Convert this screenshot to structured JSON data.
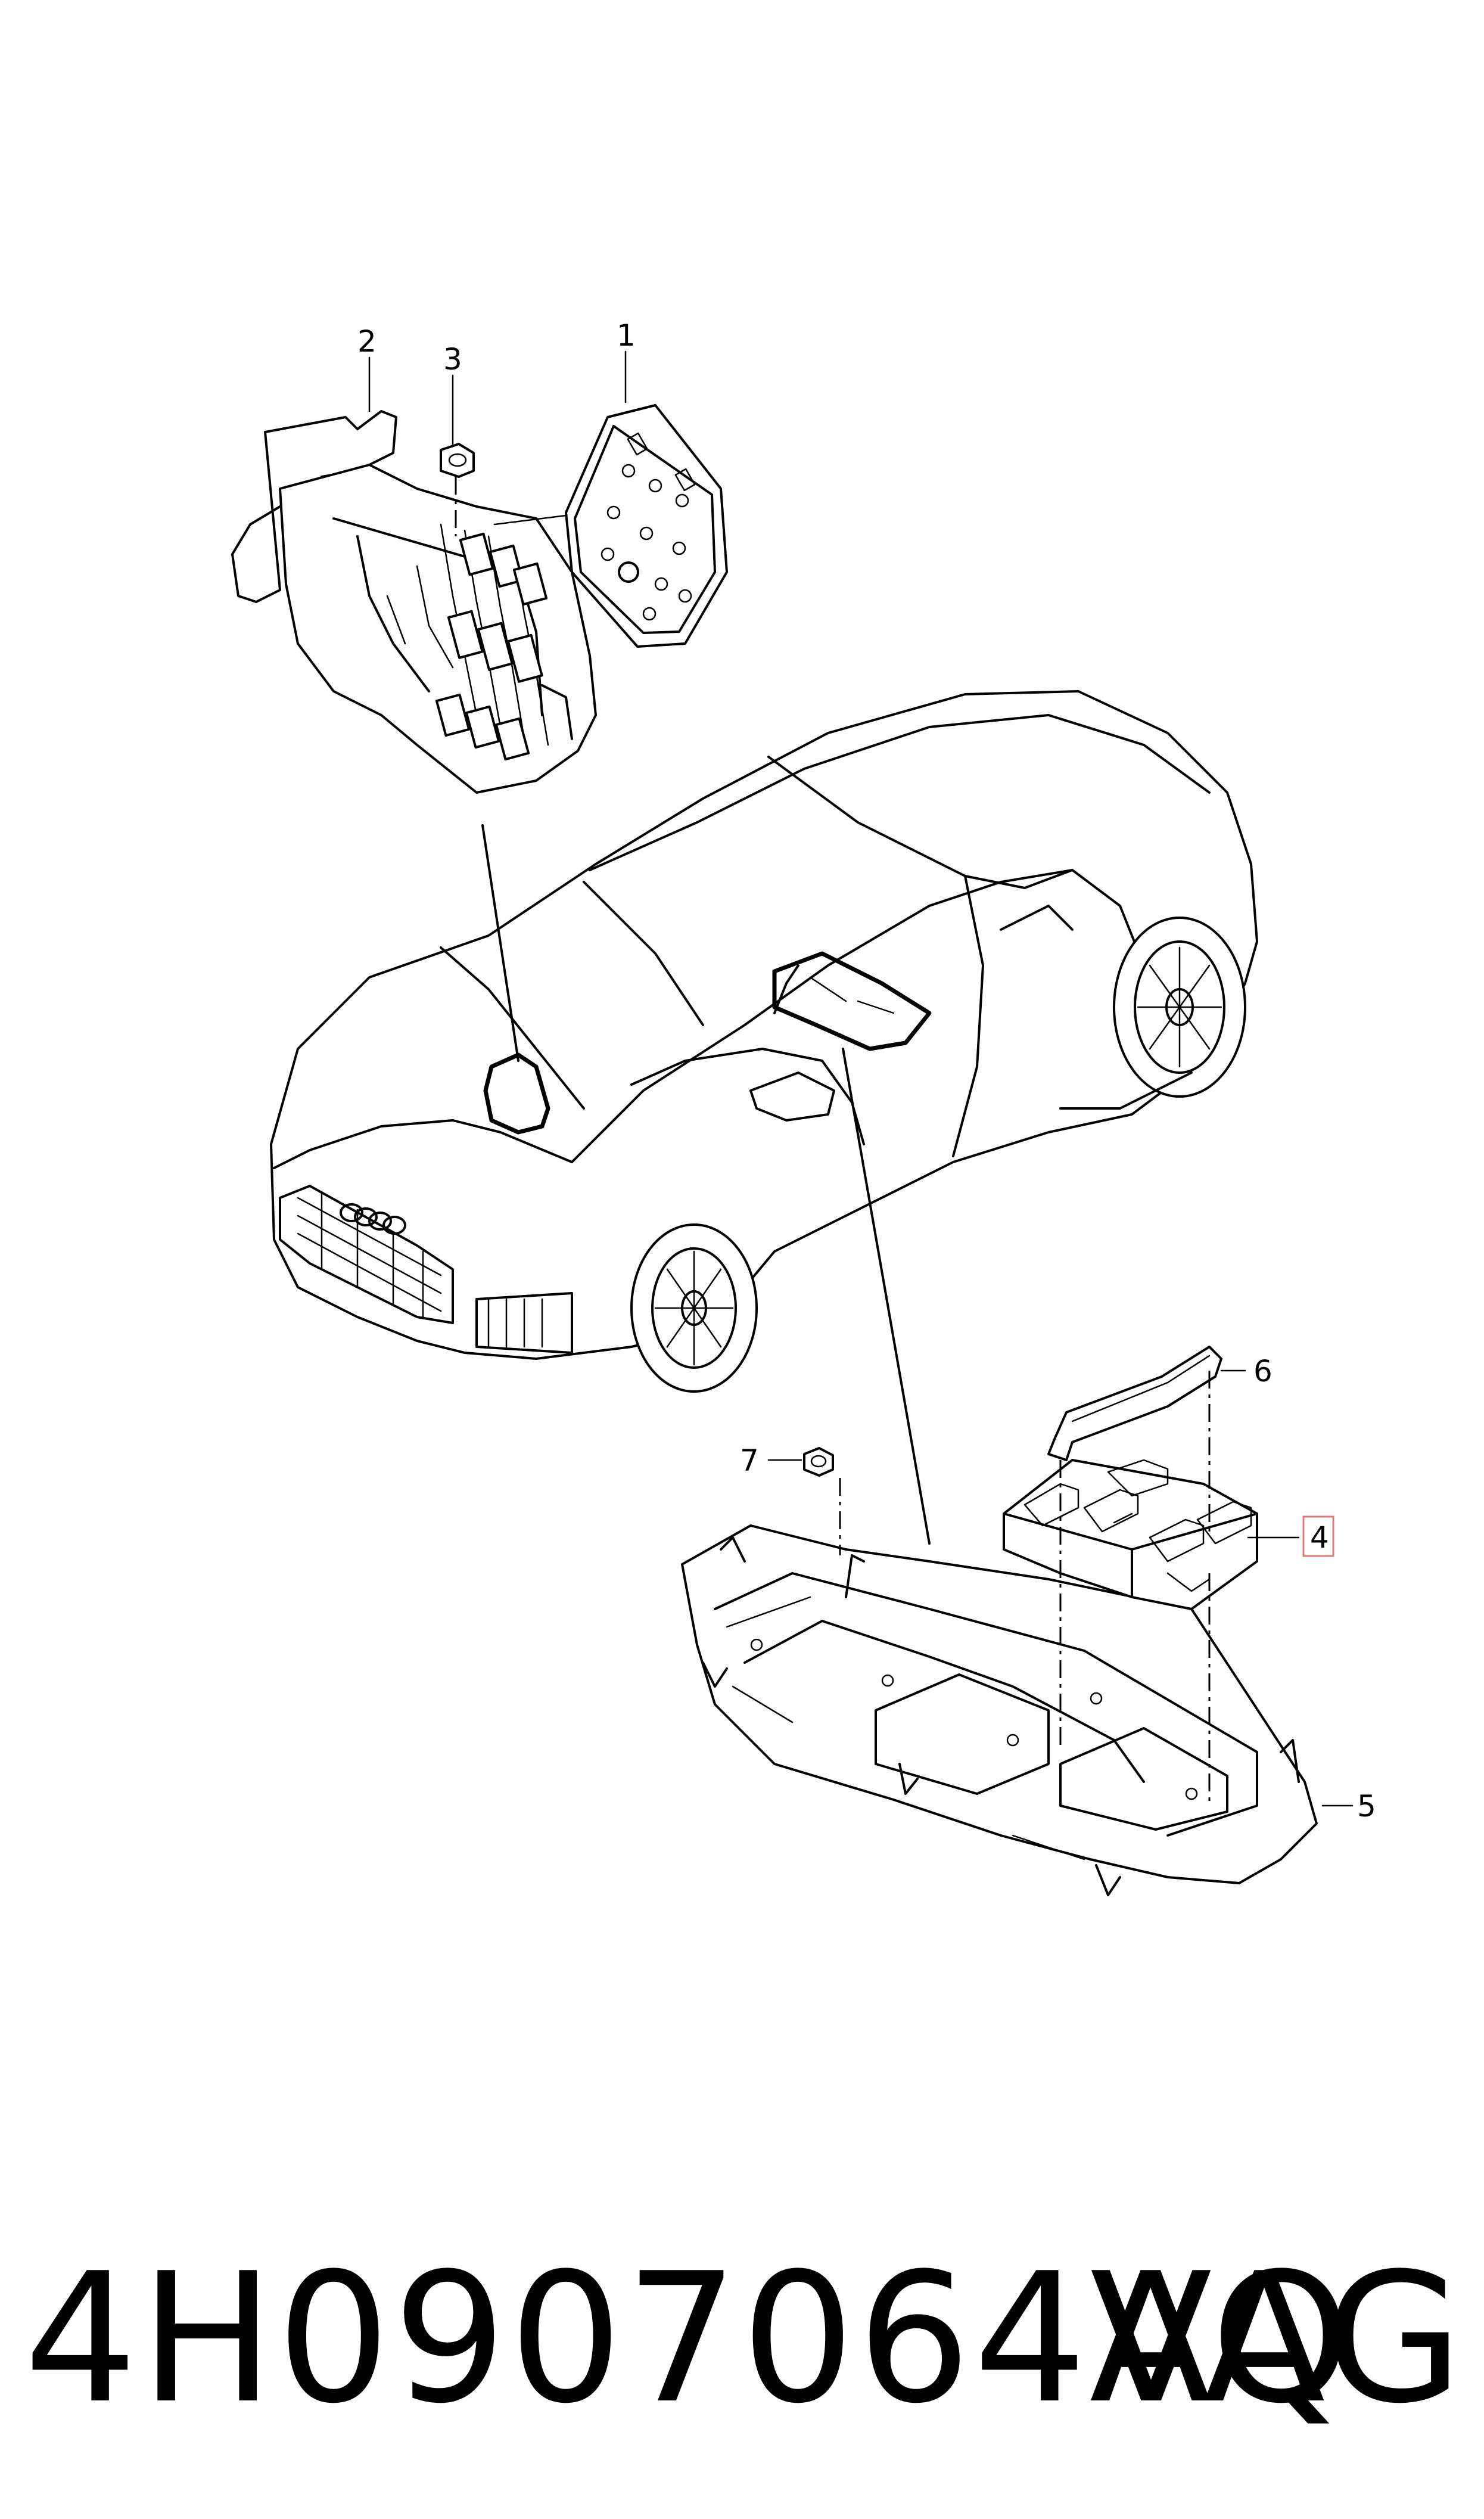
{
  "callouts": [
    {
      "id": "1",
      "name": "callout-1"
    },
    {
      "id": "2",
      "name": "callout-2"
    },
    {
      "id": "3",
      "name": "callout-3"
    },
    {
      "id": "4",
      "name": "callout-4",
      "highlighted": true
    },
    {
      "id": "5",
      "name": "callout-5"
    },
    {
      "id": "6",
      "name": "callout-6"
    },
    {
      "id": "7",
      "name": "callout-7"
    }
  ],
  "footer": {
    "part_number": "4H0907064AQ",
    "brand": "VAG"
  },
  "colors": {
    "line": "#000000",
    "background": "#ffffff",
    "highlight_border": "#e07a7a"
  }
}
